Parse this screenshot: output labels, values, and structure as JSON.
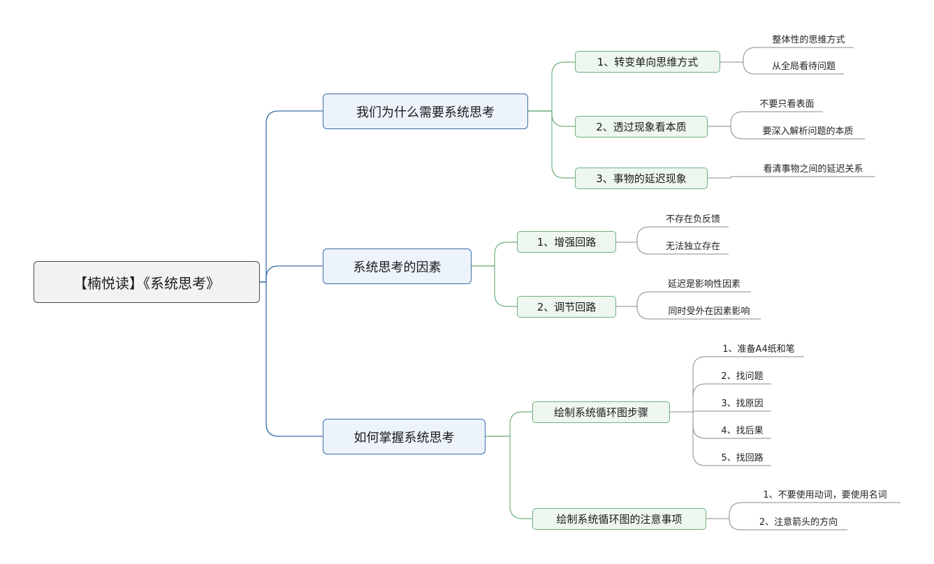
{
  "root": {
    "label": "【楠悦读】《系统思考》"
  },
  "branches": [
    {
      "label": "我们为什么需要系统思考",
      "children": [
        {
          "label": "1、转变单向思维方式",
          "leaves": [
            "整体性的思维方式",
            "从全局看待问题"
          ]
        },
        {
          "label": "2、透过现象看本质",
          "leaves": [
            "不要只看表面",
            "要深入解析问题的本质"
          ]
        },
        {
          "label": "3、事物的延迟现象",
          "leaves": [
            "看清事物之间的延迟关系"
          ]
        }
      ]
    },
    {
      "label": "系统思考的因素",
      "children": [
        {
          "label": "1、增强回路",
          "leaves": [
            "不存在负反馈",
            "无法独立存在"
          ]
        },
        {
          "label": "2、调节回路",
          "leaves": [
            "延迟是影响性因素",
            "同时受外在因素影响"
          ]
        }
      ]
    },
    {
      "label": "如何掌握系统思考",
      "children": [
        {
          "label": "绘制系统循环图步骤",
          "leaves": [
            "1、准备A4纸和笔",
            "2、找问题",
            "3、找原因",
            "4、找后果",
            "5、找回路"
          ]
        },
        {
          "label": "绘制系统循环图的注意事项",
          "leaves": [
            "1、不要使用动词，要使用名词",
            "2、注意箭头的方向"
          ]
        }
      ]
    }
  ],
  "colors": {
    "root_line": "#3a6ea8",
    "branch_line": "#6fb07f",
    "leaf_line": "#8a8a8a"
  }
}
